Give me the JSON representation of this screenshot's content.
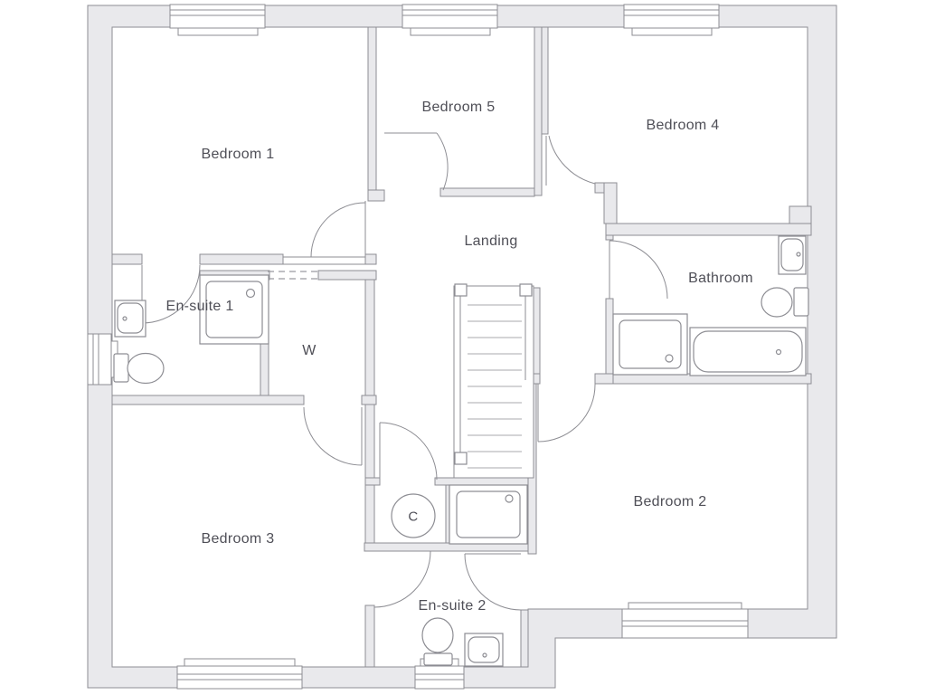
{
  "plan": {
    "rooms": [
      {
        "id": "bedroom-1",
        "label": "Bedroom 1"
      },
      {
        "id": "bedroom-5",
        "label": "Bedroom 5"
      },
      {
        "id": "bedroom-4",
        "label": "Bedroom 4"
      },
      {
        "id": "landing",
        "label": "Landing"
      },
      {
        "id": "bathroom",
        "label": "Bathroom"
      },
      {
        "id": "ensuite-1",
        "label": "En-suite 1"
      },
      {
        "id": "wardrobe",
        "label": "W"
      },
      {
        "id": "cupboard",
        "label": "C"
      },
      {
        "id": "bedroom-3",
        "label": "Bedroom 3"
      },
      {
        "id": "bedroom-2",
        "label": "Bedroom 2"
      },
      {
        "id": "ensuite-2",
        "label": "En-suite 2"
      }
    ],
    "fixtures": [
      "staircase",
      "bath",
      "shower-tray",
      "toilet",
      "wash-basin",
      "window",
      "door-swing"
    ],
    "colors": {
      "wall_fill": "#e9e9ec",
      "wall_stroke": "#8d8d93",
      "fixture_stroke": "#8d8d93",
      "label_text": "#4f4f57",
      "floor": "#ffffff",
      "background": "#ffffff"
    }
  }
}
